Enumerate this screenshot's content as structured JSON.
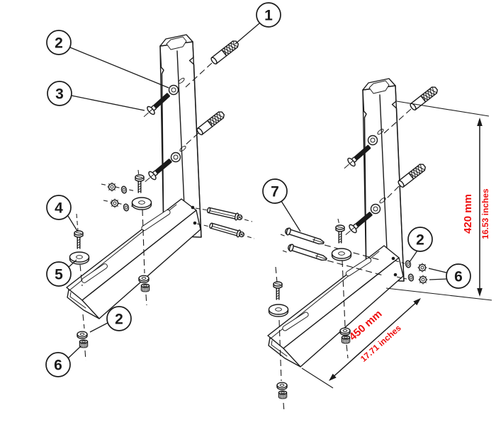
{
  "colors": {
    "ink": "#1a1a1a",
    "red": "#ee0f0f",
    "background": "#ffffff"
  },
  "callouts": [
    {
      "id": "c1",
      "label": "1"
    },
    {
      "id": "c2-top",
      "label": "2"
    },
    {
      "id": "c3",
      "label": "3"
    },
    {
      "id": "c4",
      "label": "4"
    },
    {
      "id": "c5",
      "label": "5"
    },
    {
      "id": "c2-bottom",
      "label": "2"
    },
    {
      "id": "c6-bottom",
      "label": "6"
    },
    {
      "id": "c7",
      "label": "7"
    },
    {
      "id": "c2-right",
      "label": "2"
    },
    {
      "id": "c6-right",
      "label": "6"
    }
  ],
  "dimensions": {
    "vertical": {
      "mm": "420 mm",
      "inches": "16.53 inches"
    },
    "horizontal": {
      "mm": "450 mm",
      "inches": "17.71 inches"
    }
  }
}
